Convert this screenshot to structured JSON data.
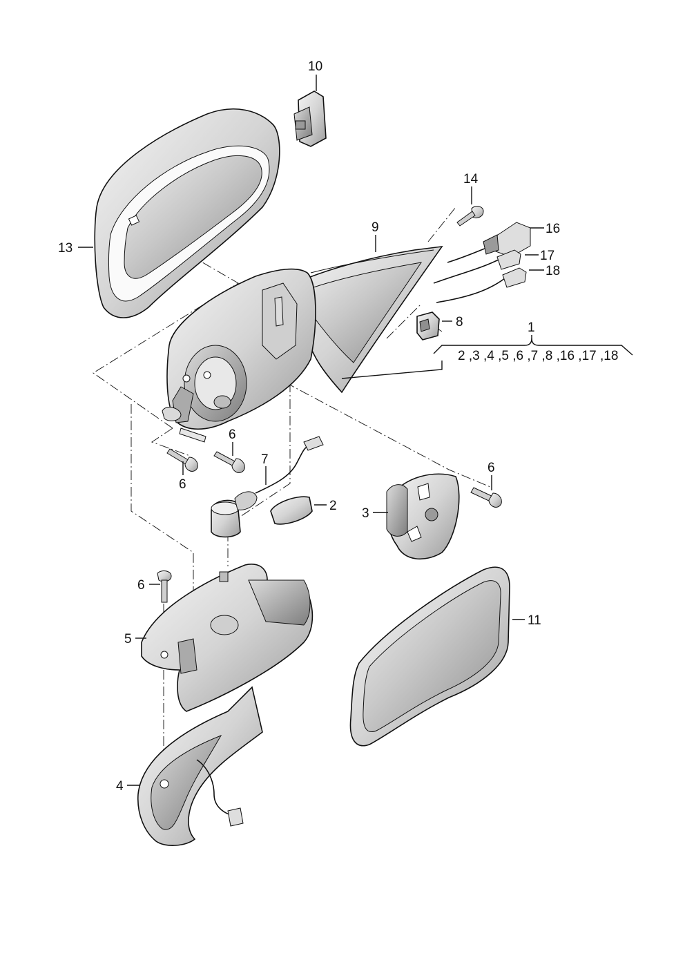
{
  "callouts": {
    "p1": "1",
    "p1_list": "2 ,3 ,4 ,5 ,6 ,7 ,8 ,16 ,17 ,18",
    "p2": "2",
    "p3": "3",
    "p4": "4",
    "p5": "5",
    "p6a": "6",
    "p6b": "6",
    "p6c": "6",
    "p6d": "6",
    "p7": "7",
    "p8": "8",
    "p9": "9",
    "p10": "10",
    "p11": "11",
    "p13": "13",
    "p14": "14",
    "p16": "16",
    "p17": "17",
    "p18": "18"
  },
  "colors": {
    "line": "#111111",
    "part_fill": "#e6e6e6",
    "part_shade": "#b9b9b9",
    "glass": "#cfcfcf"
  }
}
